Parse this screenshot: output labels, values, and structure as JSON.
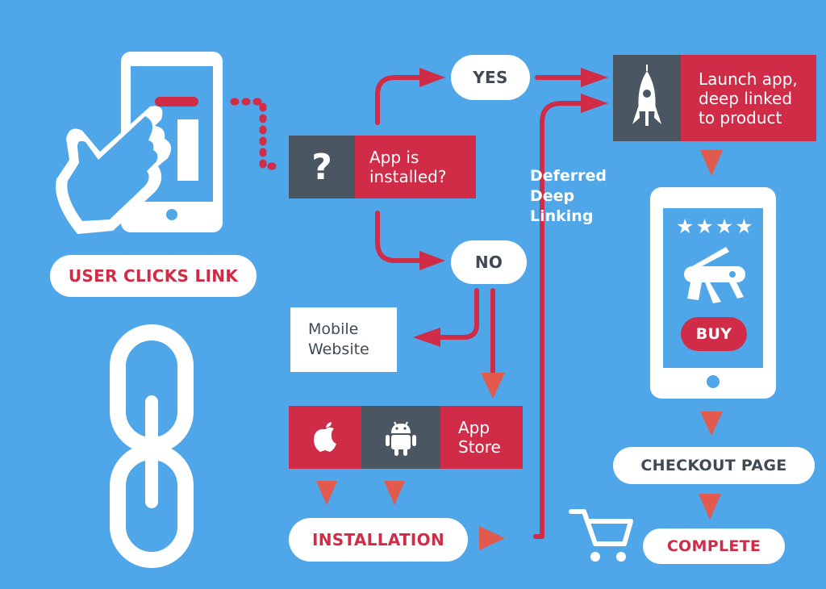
{
  "colors": {
    "background": "#4fa6e8",
    "red": "#d02c47",
    "gray": "#4a5763",
    "white": "#ffffff"
  },
  "user_clicks_link": {
    "label": "USER CLICKS LINK",
    "icons": [
      "phone-icon",
      "pointing-hand-icon",
      "chain-link-icon"
    ]
  },
  "question": {
    "icon_glyph": "?",
    "label": "App is\ninstalled?"
  },
  "yes": {
    "label": "YES"
  },
  "no": {
    "label": "NO"
  },
  "mobile_website": {
    "label": "Mobile\nWebsite"
  },
  "stores": {
    "apple_icon": "apple-icon",
    "android_icon": "android-icon",
    "label": "App\nStore"
  },
  "installation": {
    "label": "INSTALLATION"
  },
  "deferred": {
    "label": "Deferred\nDeep\nLinking"
  },
  "launch": {
    "icon": "rocket-icon",
    "label": "Launch app,\ndeep linked\nto product"
  },
  "product_phone": {
    "stars": "★★★★",
    "buy_label": "BUY",
    "icons": [
      "phone-icon",
      "swiss-army-knife-icon"
    ]
  },
  "checkout": {
    "label": "CHECKOUT PAGE"
  },
  "complete": {
    "label": "COMPLETE",
    "icon": "shopping-cart-icon"
  }
}
